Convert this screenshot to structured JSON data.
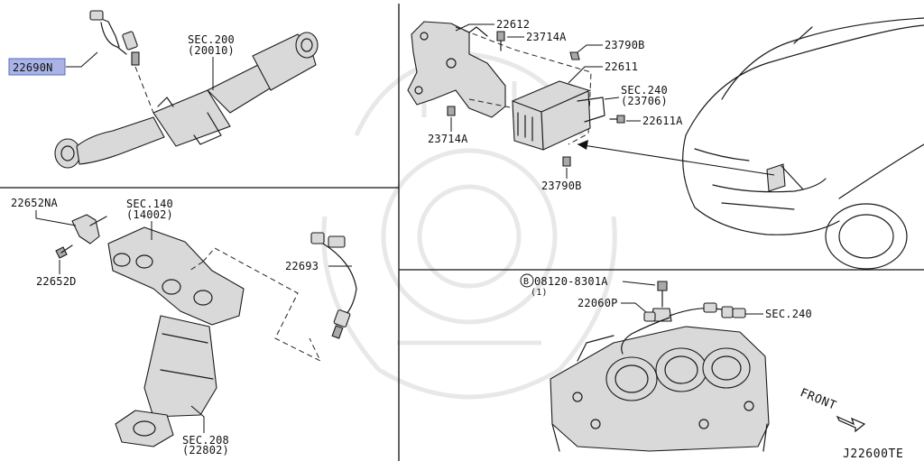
{
  "labels": {
    "o2_sensor_top": "22690N",
    "sec200": "SEC.200",
    "sec200_sub": "(20010)",
    "ecm_bracket": "22612",
    "bolt_a_top": "23714A",
    "nut_b_top": "23790B",
    "ecm": "22611",
    "sec240": "SEC.240",
    "sec240_sub": "(23706)",
    "bolt_22611a": "22611A",
    "bolt_a_bottom": "23714A",
    "nut_b_bottom": "23790B",
    "sensor_bracket": "22652NA",
    "sec140": "SEC.140",
    "sec140_sub": "(14002)",
    "o2_sensor_mid": "22693",
    "bolt_22652d": "22652D",
    "sec208": "SEC.208",
    "sec208_sub": "(22802)",
    "bolt_circle": "B",
    "bolt_part": "08120-8301A",
    "bolt_qty": "(1)",
    "knock_sensor": "22060P",
    "sec240_engine": "SEC.240",
    "front": "FRONT",
    "diagram_code": "J22600TE"
  },
  "colors": {
    "highlight": "#a9b3e6",
    "highlight_border": "#5868c0",
    "watermark": "#e6e6e6"
  }
}
